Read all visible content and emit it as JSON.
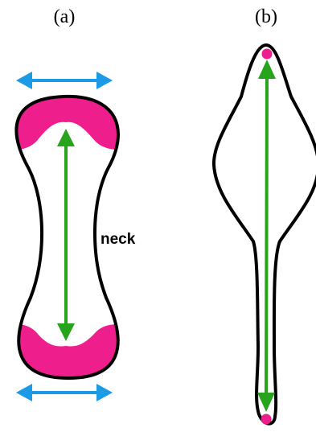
{
  "panels": [
    {
      "label": "(a)",
      "annotation": "neck"
    },
    {
      "label": "(b)"
    }
  ],
  "colors": {
    "outline": "#000000",
    "accumulation": "#ee1e8c",
    "stretch_arrow": "#27a31c",
    "width_arrow": "#1c9ae6",
    "background": "#ffffff"
  }
}
